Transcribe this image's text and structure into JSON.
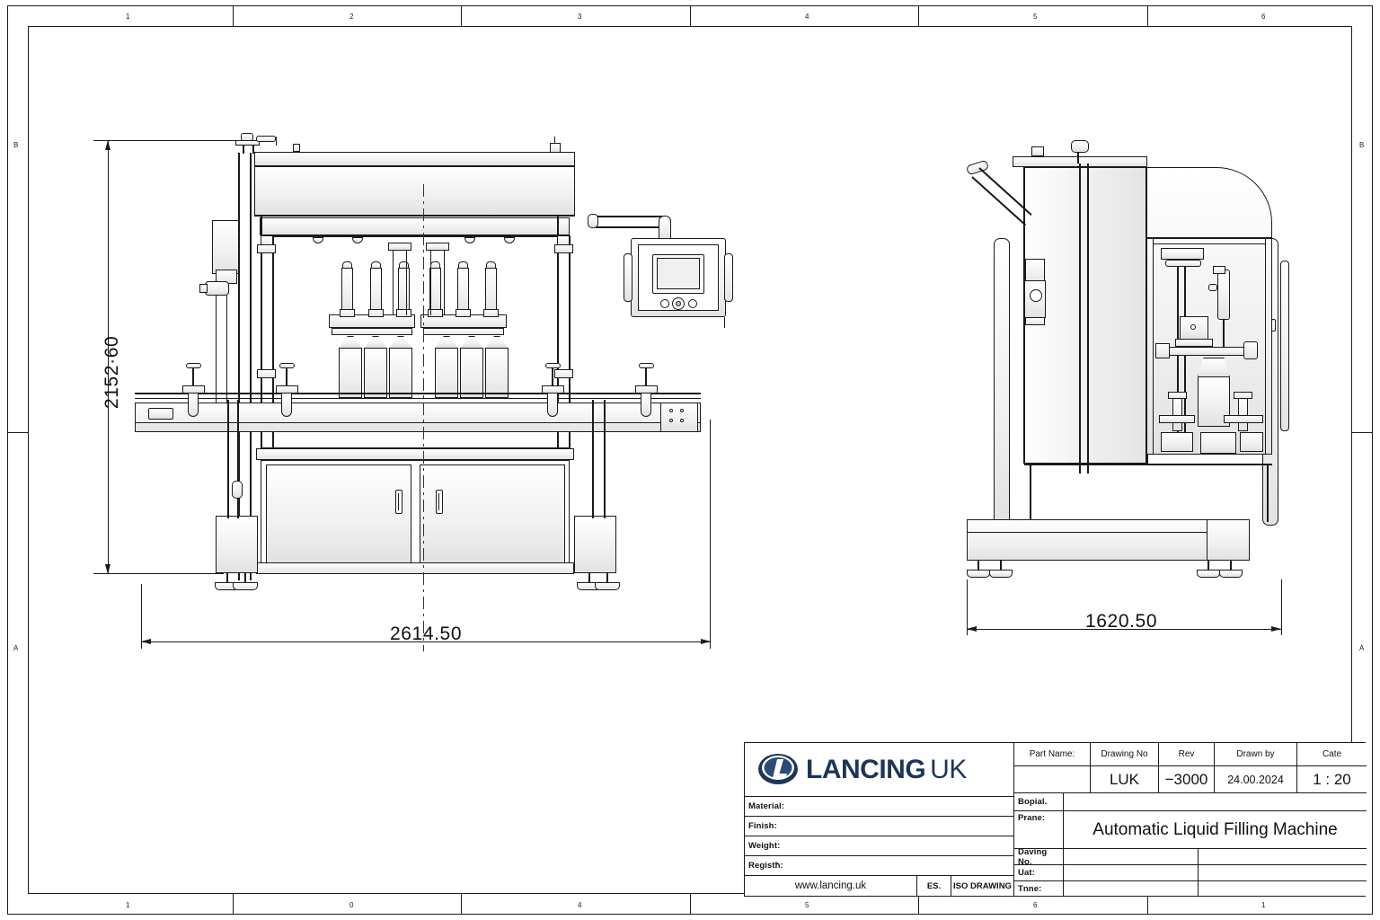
{
  "document": {
    "type": "engineering-drawing",
    "sheet_title": "Automatic Liquid Filling Machine"
  },
  "dimensions": {
    "front_height": "2152·60",
    "front_width": "2614.50",
    "side_width": "1620.50"
  },
  "views": {
    "front": {
      "name": "front-elevation"
    },
    "side": {
      "name": "side-elevation"
    }
  },
  "zones": {
    "top": [
      "1",
      "2",
      "3",
      "4",
      "5",
      "6"
    ],
    "bottom": [
      "1",
      "0",
      "4",
      "5",
      "6",
      "1"
    ],
    "left": [
      "B",
      "A"
    ],
    "right": [
      "B",
      "A"
    ]
  },
  "title_block": {
    "logo": {
      "brand": "LANCING",
      "suffix": "UK",
      "color": "#1d3557"
    },
    "left_rows": [
      {
        "label": "Material:",
        "value": ""
      },
      {
        "label": "Finish:",
        "value": ""
      },
      {
        "label": "Weight:",
        "value": ""
      },
      {
        "label": "Registħ:",
        "value": ""
      }
    ],
    "footer": {
      "website": "www.lancing.uk",
      "code": "ES.",
      "standard": "ISO DRAWING"
    },
    "headers": {
      "part_name": "Part Name:",
      "drawing_no": "Drawing No",
      "rev": "Rev",
      "drawn_by": "Drawn by",
      "date": "Cate"
    },
    "values": {
      "part_name": "",
      "drawing_no": "LUK",
      "rev": "−3000",
      "drawn_by": "24.00.2024",
      "scale": "1 : 20"
    },
    "right_rows": [
      {
        "label": "Bopial."
      },
      {
        "label": "Prane:"
      },
      {
        "label": "Daving No."
      },
      {
        "label": "Uat:"
      },
      {
        "label": "Tnne:"
      }
    ],
    "project_title": "Automatic Liquid Filling Machine"
  },
  "machine": {
    "nozzle_count": 6,
    "bottle_count": 6,
    "cabinet_doors": 2,
    "control_panel": {
      "name": "hmi-control-panel"
    }
  }
}
